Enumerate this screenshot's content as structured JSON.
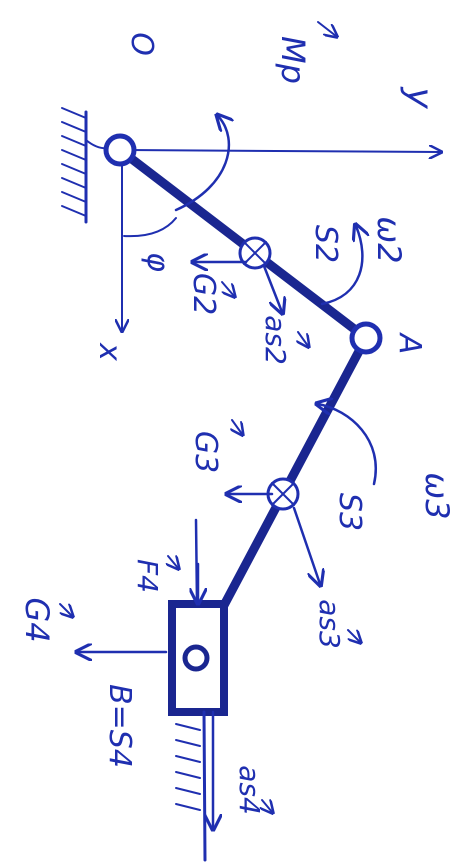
{
  "labels": {
    "origin": "O",
    "moment": "Mp",
    "y_axis": "y",
    "x_axis": "x",
    "s2": "S2",
    "omega2": "ω2",
    "point_a": "A",
    "phi": "φ",
    "g2": "G2",
    "as2": "as2",
    "g3": "G3",
    "omega3": "ω3",
    "s3": "S3",
    "as3": "as3",
    "f4": "F4",
    "g4": "G4",
    "b_eq": "B=S4",
    "as4": "as4"
  },
  "colors": {
    "ink": "#1f2fb0",
    "background": "#ffffff"
  }
}
